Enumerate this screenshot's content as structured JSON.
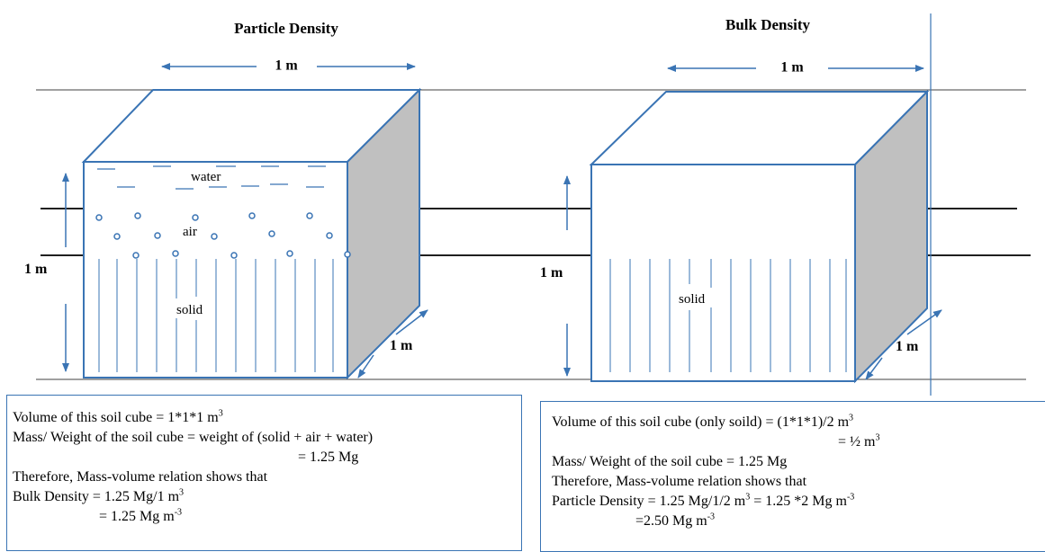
{
  "left": {
    "title": "Particle Density",
    "top_dim": "1 m",
    "height_dim": "1 m",
    "depth_dim": "1 m",
    "water_label": "water",
    "air_label": "air",
    "solid_label": "solid"
  },
  "right": {
    "title": "Bulk  Density",
    "top_dim": "1 m",
    "height_dim": "1 m",
    "depth_dim": "1 m",
    "solid_label": "solid"
  },
  "colors": {
    "cube_edge": "#3a74b4",
    "cube_side": "#c0c0c0",
    "guide_line": "#000000",
    "box_border": "#3a74b4"
  },
  "left_box": {
    "l1_pre": "Volume of this soil cube = 1*1*1 m",
    "l1_sup": "3",
    "l2": "Mass/ Weight of the soil cube = weight of  (solid + air + water)",
    "l3": "= 1.25 Mg",
    "l4": "Therefore, Mass-volume relation shows that",
    "l5_pre": "Bulk Density = 1.25 Mg/1 m",
    "l5_sup": "3",
    "l6_pre": "= 1.25 Mg m",
    "l6_sup": "-3"
  },
  "right_box": {
    "l1_pre": "Volume of this soil cube (only soild) = (1*1*1)/2 m",
    "l1_sup": "3",
    "l2_pre": "= ½ m",
    "l2_sup": "3",
    "l3": "Mass/ Weight of the soil cube = 1.25 Mg",
    "l4": "Therefore, Mass-volume relation shows that",
    "l5_pre": "Particle Density = 1.25 Mg/1/2 m",
    "l5_sup1": "3",
    "l5_mid": " = 1.25 *2 Mg m",
    "l5_sup2": "-3",
    "l6_pre": "=2.50 Mg m",
    "l6_sup": "-3"
  }
}
